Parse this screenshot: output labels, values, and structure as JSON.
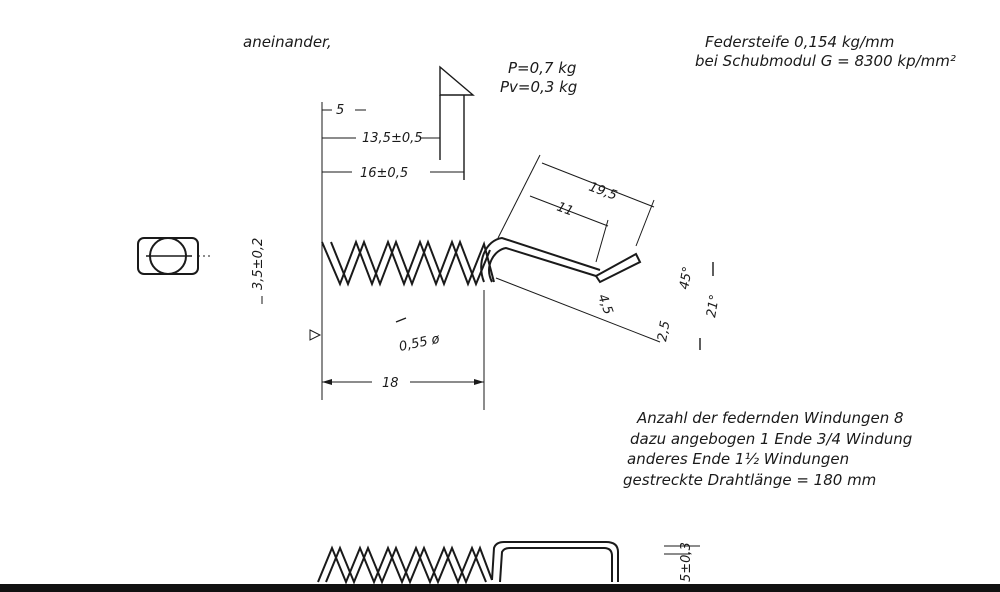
{
  "notes": {
    "top_left": "aneinander,",
    "spring_rate": "Federsteife 0,154 kg/mm",
    "shear_modulus": "bei Schubmodul G = 8300 kp/mm²",
    "load_p": "P=0,7 kg",
    "load_pv": "Pv=0,3 kg",
    "windings_line1": "Anzahl der federnden Windungen 8",
    "windings_line2": "dazu angebogen 1 Ende 3/4 Windung",
    "windings_line3": "anderes Ende 1½ Windungen",
    "windings_line4": "gestreckte Drahtlänge = 180 mm"
  },
  "dimensions": {
    "d5": "5",
    "d135": "13,5±0,5",
    "d16": "16±0,5",
    "d18": "18",
    "d195": "19,5",
    "d11": "11",
    "d35": "3,5±0,2",
    "wire_dia": "0,55 ø",
    "r45": "4,5",
    "a45": "45°",
    "a21": "21°",
    "d25": "2,5",
    "d5b": "5±0,3"
  },
  "colors": {
    "ink": "#1a1a1a",
    "paper": "#ffffff"
  }
}
